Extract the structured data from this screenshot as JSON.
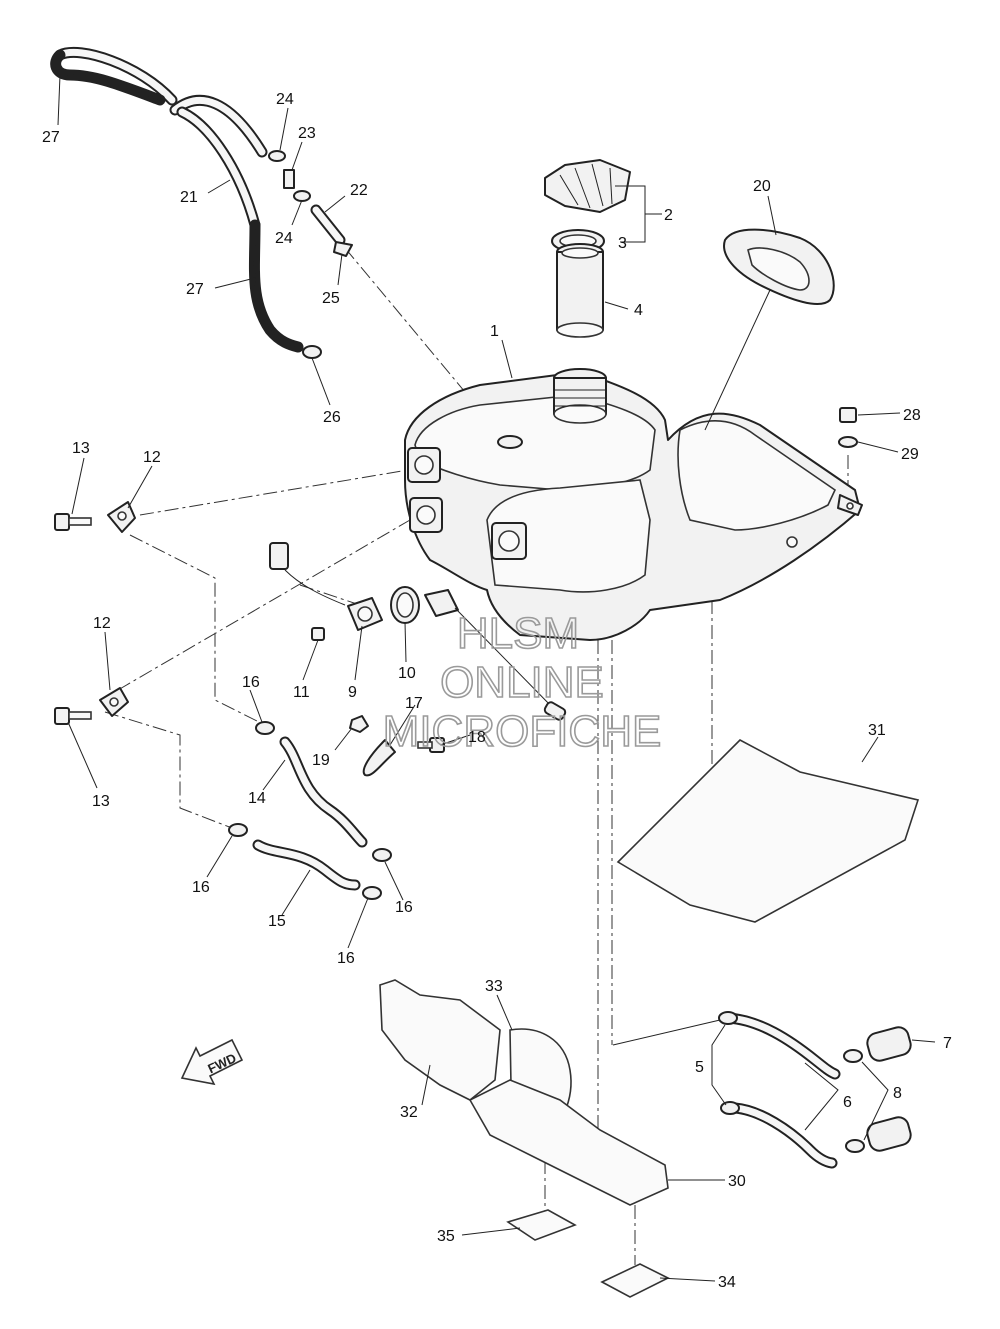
{
  "watermark": {
    "line1": "HLSM",
    "line2": "ONLINE",
    "line3": "MICROFICHE"
  },
  "direction_arrow": {
    "label": "FWD",
    "icon": "fwd-arrow-icon"
  },
  "callouts": {
    "c1": "1",
    "c2": "2",
    "c3": "3",
    "c4": "4",
    "c5": "5",
    "c6": "6",
    "c7": "7",
    "c8": "8",
    "c9": "9",
    "c10": "10",
    "c11": "11",
    "c12a": "12",
    "c12b": "12",
    "c13a": "13",
    "c13b": "13",
    "c14": "14",
    "c15": "15",
    "c16a": "16",
    "c16b": "16",
    "c16c": "16",
    "c16d": "16",
    "c17": "17",
    "c18": "18",
    "c19": "19",
    "c20": "20",
    "c21": "21",
    "c22": "22",
    "c23": "23",
    "c24a": "24",
    "c24b": "24",
    "c25": "25",
    "c26": "26",
    "c27a": "27",
    "c27b": "27",
    "c28": "28",
    "c29": "29",
    "c30": "30",
    "c31": "31",
    "c32": "32",
    "c33": "33",
    "c34": "34",
    "c35": "35"
  }
}
